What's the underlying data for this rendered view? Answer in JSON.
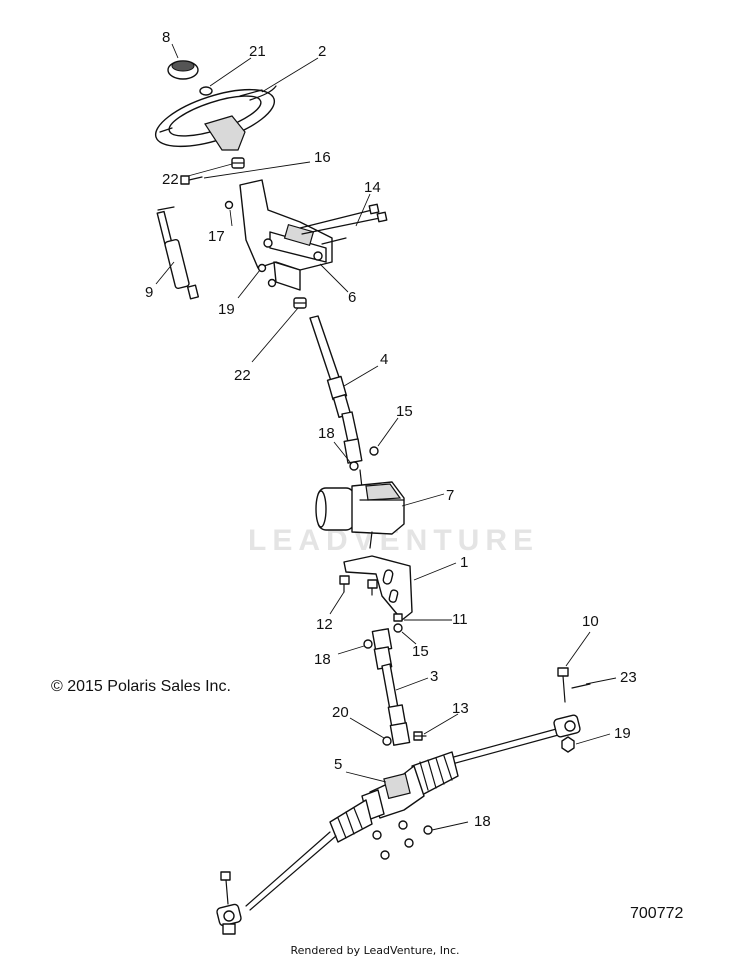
{
  "copyright": "© 2015 Polaris Sales Inc.",
  "diagram_number": "700772",
  "rendered_by": "Rendered by LeadVenture, Inc.",
  "watermark": "LEADVENTURE",
  "callouts": {
    "c1": "1",
    "c2": "2",
    "c3": "3",
    "c4": "4",
    "c5": "5",
    "c6": "6",
    "c7": "7",
    "c8": "8",
    "c9": "9",
    "c10": "10",
    "c11": "11",
    "c12": "12",
    "c13": "13",
    "c14": "14",
    "c15a": "15",
    "c15b": "15",
    "c16": "16",
    "c17": "17",
    "c18a": "18",
    "c18b": "18",
    "c18c": "18",
    "c19a": "19",
    "c19b": "19",
    "c20": "20",
    "c21": "21",
    "c22a": "22",
    "c22b": "22",
    "c23": "23"
  }
}
